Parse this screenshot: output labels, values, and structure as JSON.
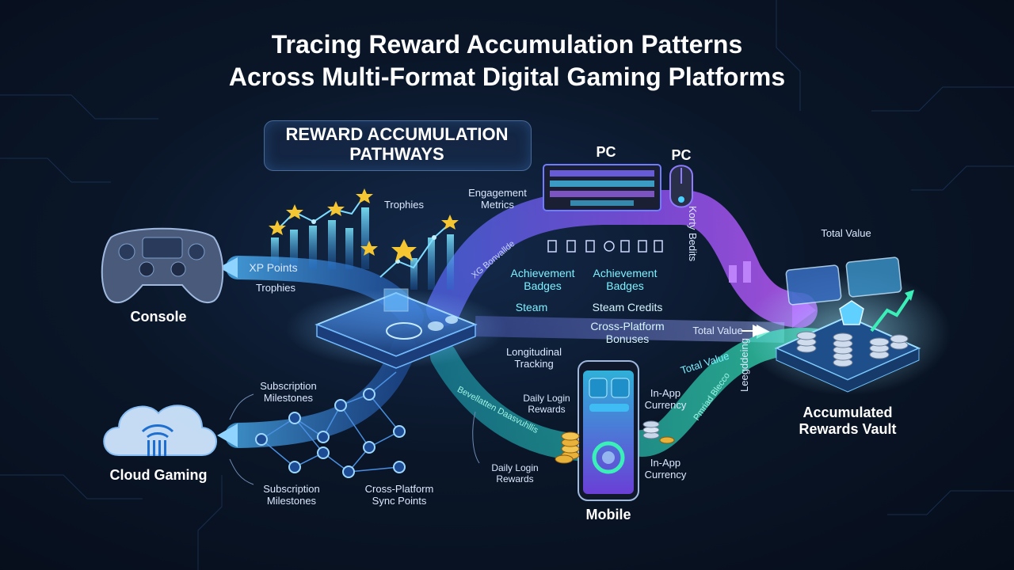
{
  "title": {
    "line1": "Tracing Reward Accumulation Patterns",
    "line2": "Across Multi-Format Digital Gaming Platforms"
  },
  "section_heading": {
    "line1": "REWARD ACCUMULATION",
    "line2": "PATHWAYS"
  },
  "nodes": {
    "console": "Console",
    "cloud": "Cloud Gaming",
    "mobile": "Mobile",
    "pc_keyboard": "PC",
    "pc_mouse": "PC",
    "vault_line1": "Accumulated",
    "vault_line2": "Rewards Vault"
  },
  "labels": {
    "xp_points": "XP Points",
    "trophies_left": "Trophies",
    "trophies_top": "Trophies",
    "engagement_line1": "Engagement",
    "engagement_line2": "Metrics",
    "achievement_a_line1": "Achievement",
    "achievement_a_line2": "Badges",
    "achievement_b_line1": "Achievement",
    "achievement_b_line2": "Badges",
    "steam": "Steam",
    "steam_credits": "Steam Credits",
    "cross_platform_bonuses_line1": "Cross-Platform",
    "cross_platform_bonuses_line2": "Bonuses",
    "total_value_arrow": "Total Value",
    "total_value_top": "Total Value",
    "total_value_green": "Total Value",
    "longitudinal_line1": "Longitudinal",
    "longitudinal_line2": "Tracking",
    "subscription_top_line1": "Subscription",
    "subscription_top_line2": "Milestones",
    "subscription_bottom_line1": "Subscription",
    "subscription_bottom_line2": "Milestones",
    "cross_sync_line1": "Cross-Platform",
    "cross_sync_line2": "Sync Points",
    "daily_login_a_line1": "Daily Login",
    "daily_login_a_line2": "Rewards",
    "daily_login_b_line1": "Daily Login",
    "daily_login_b_line2": "Rewards",
    "in_app_a_line1": "In-App",
    "in_app_a_line2": "Currency",
    "in_app_b_line1": "In-App",
    "in_app_b_line2": "Currency",
    "vertical_top_right": "Korty Bedits",
    "vertical_bottom_right": "Leegddeing",
    "stream_text_purple": "XG Bonvallde",
    "stream_text_green": "Bevellatten Daasvuhllis",
    "stream_text_green_small": "Pmriad Blecco"
  },
  "colors": {
    "blue_stream": "#5aa9ff",
    "purple_stream": "#9a6bff",
    "teal_stream": "#3fe0c4",
    "star": "#f5c631",
    "coin": "#e8b23a"
  }
}
